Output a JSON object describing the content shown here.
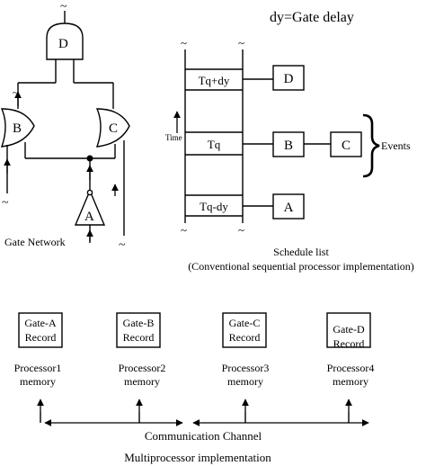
{
  "header": {
    "delay_note": "dy=Gate delay"
  },
  "gate_network": {
    "caption": "Gate Network",
    "gates": [
      {
        "id": "D",
        "label": "D",
        "shape": "and"
      },
      {
        "id": "B",
        "label": "B",
        "shape": "or"
      },
      {
        "id": "C",
        "label": "C",
        "shape": "or"
      },
      {
        "id": "A",
        "label": "A",
        "shape": "buffer"
      }
    ],
    "tilde": "~"
  },
  "schedule": {
    "axis_label": "Time",
    "slots": [
      {
        "label": "Tq+dy",
        "events": [
          "D"
        ]
      },
      {
        "label": "Tq",
        "events": [
          "B",
          "C"
        ]
      },
      {
        "label": "Tq-dy",
        "events": [
          "A"
        ]
      }
    ],
    "events_label": "Events",
    "caption_line1": "Schedule list",
    "caption_line2": "(Conventional sequential processor implementation)"
  },
  "multiprocessor": {
    "units": [
      {
        "record_line1": "Gate-A",
        "record_line2": "Record",
        "memory_line1": "Processor1",
        "memory_line2": "memory"
      },
      {
        "record_line1": "Gate-B",
        "record_line2": "Record",
        "memory_line1": "Processor2",
        "memory_line2": "memory"
      },
      {
        "record_line1": "Gate-C",
        "record_line2": "Record",
        "memory_line1": "Processor3",
        "memory_line2": "memory"
      },
      {
        "record_line1": "Gate-D",
        "record_line2": "Record",
        "memory_line1": "Processor4",
        "memory_line2": "memory"
      }
    ],
    "channel_label": "Communication Channel",
    "caption": "Multiprocessor implementation"
  }
}
